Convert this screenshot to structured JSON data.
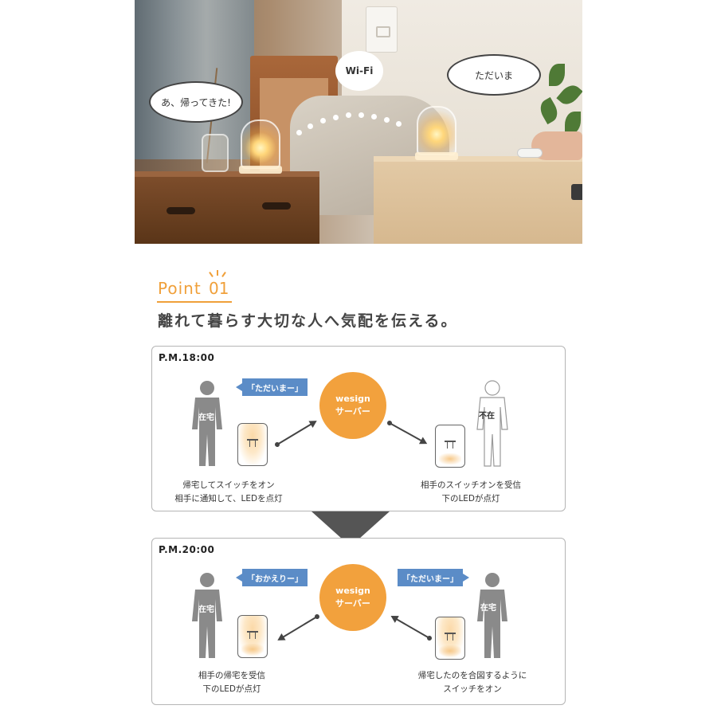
{
  "photo": {
    "bubble_left": "あ、帰ってきた!",
    "bubble_right": "ただいま",
    "wifi_label": "Wi-Fi"
  },
  "heading": {
    "point_word": "Point",
    "point_number": "01",
    "title": "離れて暮らす大切な人へ気配を伝える。"
  },
  "panel1": {
    "time": "P.M.18:00",
    "left_status": "在宅",
    "right_status": "不在",
    "tag": "「ただいまー」",
    "server_line1": "wesign",
    "server_line2": "サーバー",
    "caption_left_1": "帰宅してスイッチをオン",
    "caption_left_2": "相手に通知して、LEDを点灯",
    "caption_right_1": "相手のスイッチオンを受信",
    "caption_right_2": "下のLEDが点灯"
  },
  "panel2": {
    "time": "P.M.20:00",
    "left_status": "在宅",
    "right_status": "在宅",
    "tag_left": "「おかえりー」",
    "tag_right": "「ただいまー」",
    "server_line1": "wesign",
    "server_line2": "サーバー",
    "caption_left_1": "相手の帰宅を受信",
    "caption_left_2": "下のLEDが点灯",
    "caption_right_1": "帰宅したのを合図するように",
    "caption_right_2": "スイッチをオン"
  },
  "colors": {
    "accent_orange": "#f2a13d",
    "tag_blue": "#5b8cc7",
    "person_gray": "#8a8a8a",
    "text_dark": "#444444"
  }
}
